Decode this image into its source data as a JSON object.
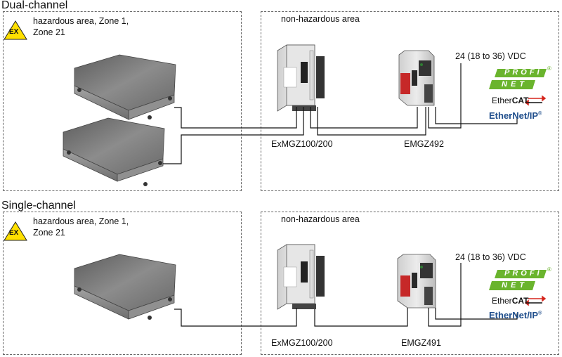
{
  "dual": {
    "title": "Dual-channel",
    "hazard_label_line1": "hazardous area, Zone 1,",
    "hazard_label_line2": "Zone 21",
    "safe_label": "non-hazardous area",
    "amp_label": "ExMGZ100/200",
    "ctrl_label": "EMGZ492",
    "power_label": "24 (18 to 36) VDC"
  },
  "single": {
    "title": "Single-channel",
    "hazard_label_line1": "hazardous area, Zone 1,",
    "hazard_label_line2": "Zone 21",
    "safe_label": "non-hazardous area",
    "amp_label": "ExMGZ100/200",
    "ctrl_label": "EMGZ491",
    "power_label": "24 (18 to 36) VDC"
  },
  "ex_badge": "EX",
  "logos": {
    "profinet_top": "PROFI",
    "profinet_bottom": "NET",
    "ethercat_prefix": "Ether",
    "ethercat_suffix": "CAT.",
    "ethernetip_a": "Ether",
    "ethernetip_b": "Net",
    "ethernetip_c": "/IP",
    "registered": "®"
  },
  "colors": {
    "ex_yellow": "#ffe000",
    "profinet_green": "#6ab42d",
    "ethernetip_blue": "#1f4e8c",
    "ethercat_red": "#d5251c",
    "dash_border": "#666666",
    "wire": "#111111"
  }
}
